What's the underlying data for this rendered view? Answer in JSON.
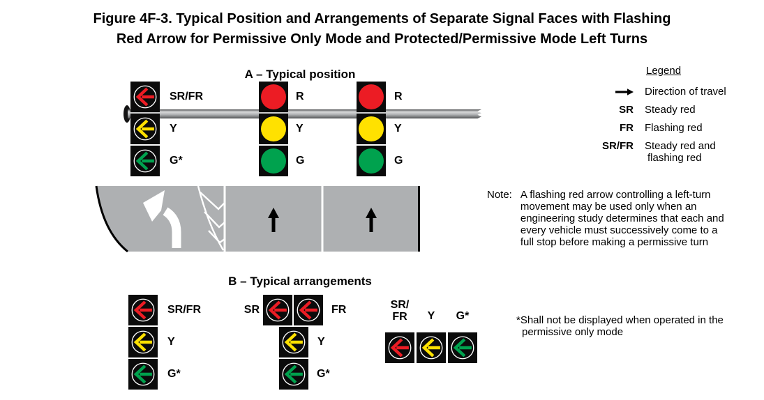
{
  "figure": {
    "title_line1": "Figure 4F-3. Typical Position and Arrangements of Separate Signal Faces with Flashing",
    "title_line2": "Red Arrow for Permissive Only Mode and Protected/Permissive Mode Left Turns"
  },
  "colors": {
    "signal_red": "#EC1C24",
    "signal_yellow": "#FFE100",
    "signal_green": "#00A24E",
    "road_gray": "#AEB0B2",
    "housing_black": "#0B0B0B"
  },
  "section_a": {
    "header": "A – Typical position",
    "left_turn_signal": {
      "labels": [
        "SR/FR",
        "Y",
        "G*"
      ]
    },
    "through_signal_1": {
      "labels": [
        "R",
        "Y",
        "G"
      ]
    },
    "through_signal_2": {
      "labels": [
        "R",
        "Y",
        "G"
      ]
    }
  },
  "legend": {
    "title": "Legend",
    "entries": [
      {
        "symbol": "direction-arrow",
        "text": "Direction of travel"
      },
      {
        "symbol": "SR",
        "text": "Steady red"
      },
      {
        "symbol": "FR",
        "text": "Flashing red"
      },
      {
        "symbol": "SR/FR",
        "text_line1": "Steady red and",
        "text_line2": "flashing red"
      }
    ]
  },
  "note": {
    "label": "Note:",
    "lines": [
      "A flashing red arrow controlling a left-turn",
      "movement may be used only when an",
      "engineering study determines that each and",
      "every vehicle must successively come to a",
      "full stop before making a permissive turn"
    ]
  },
  "section_b": {
    "header": "B – Typical arrangements",
    "vertical_arrangement": {
      "labels": [
        "SR/FR",
        "Y",
        "G*"
      ]
    },
    "t_arrangement": {
      "top_left_label": "SR",
      "top_right_label": "FR",
      "middle_label": "Y",
      "bottom_label": "G*"
    },
    "horizontal_arrangement": {
      "label_1_line1": "SR/",
      "label_1_line2": "FR",
      "label_2": "Y",
      "label_3": "G*"
    }
  },
  "footnote": {
    "line1": "*Shall not be displayed when operated in the",
    "line2": "permissive only mode"
  }
}
